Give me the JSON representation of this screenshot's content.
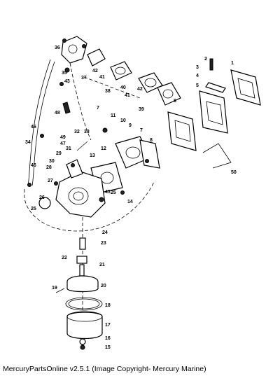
{
  "caption": "MercuryPartsOnline v2.5.1 (Image Copyright- Mercury Marine)",
  "callouts": [
    "36",
    "2",
    "3",
    "1",
    "4",
    "5",
    "37",
    "42",
    "41",
    "35",
    "43",
    "38",
    "40",
    "41",
    "42",
    "39",
    "6",
    "48",
    "7",
    "11",
    "10",
    "46",
    "33",
    "9",
    "7",
    "8",
    "49",
    "32",
    "47",
    "31",
    "34",
    "12",
    "13",
    "29",
    "30",
    "28",
    "46",
    "27",
    "26",
    "25",
    "43",
    "25",
    "14",
    "50",
    "24",
    "23",
    "22",
    "21",
    "20",
    "19",
    "18",
    "17",
    "16",
    "15"
  ]
}
